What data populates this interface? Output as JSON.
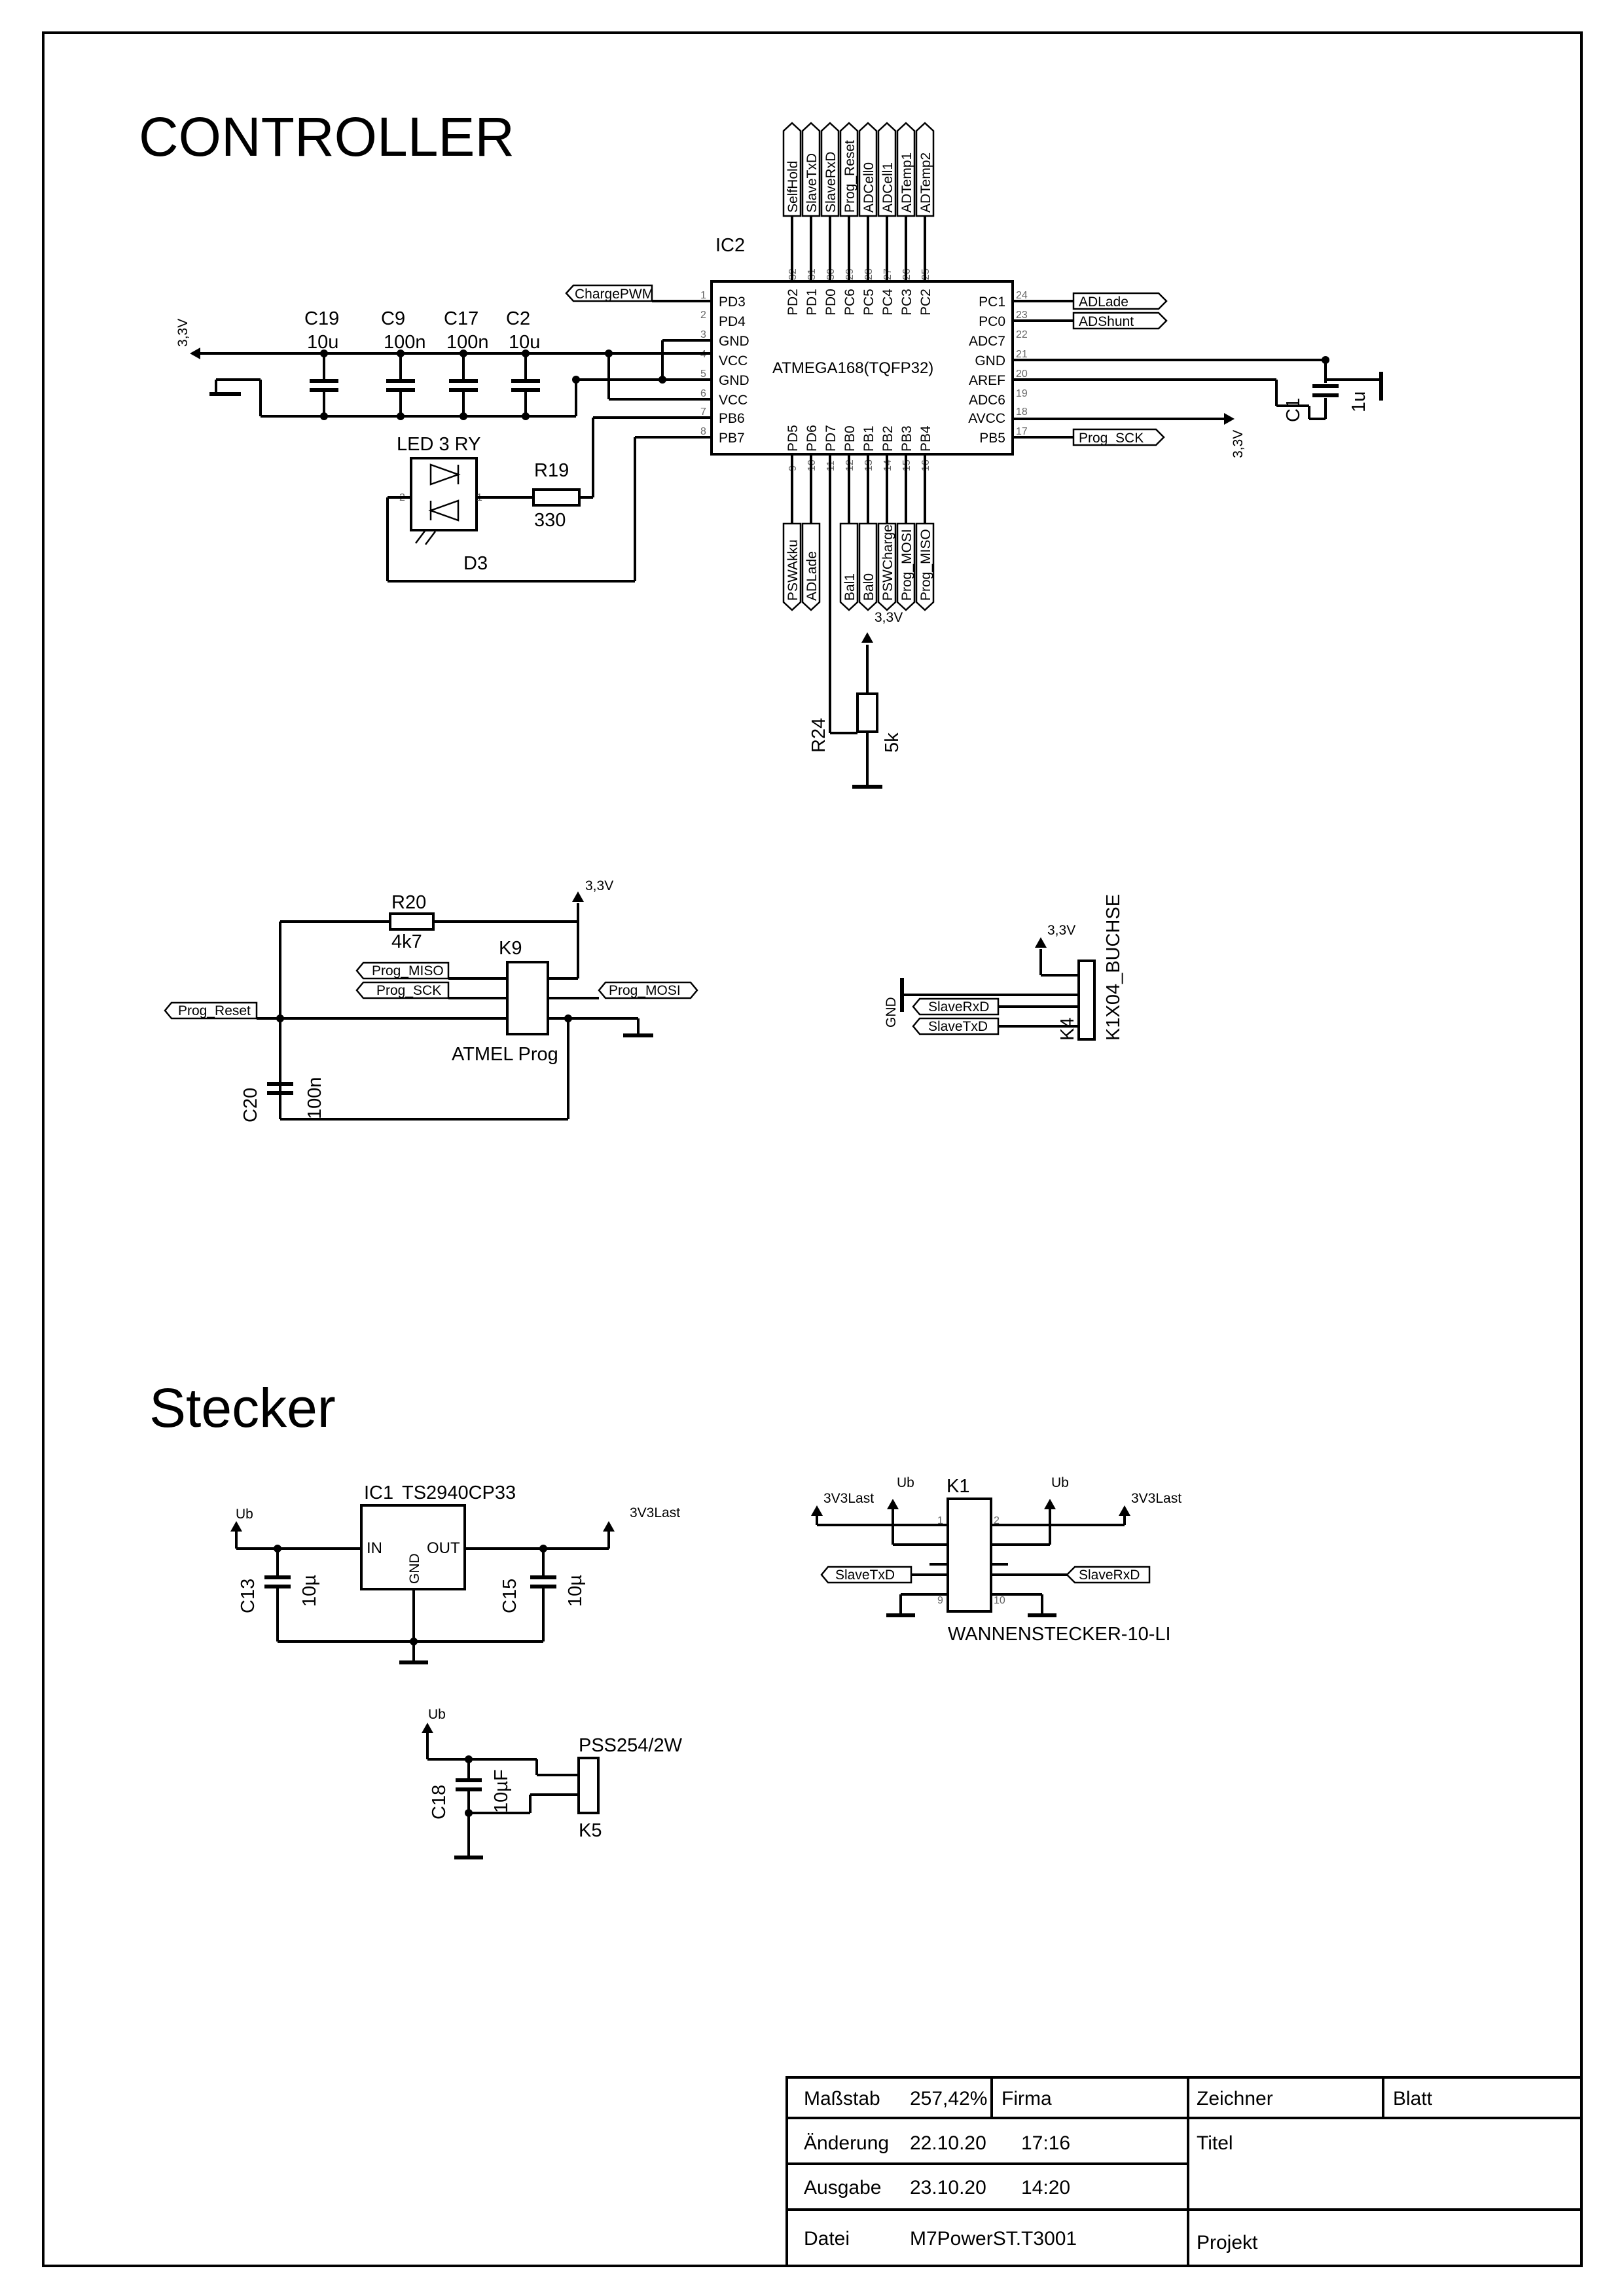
{
  "sections": {
    "controller": "CONTROLLER",
    "stecker": "Stecker"
  },
  "mcu": {
    "ref": "IC2",
    "part": "ATMEGA168(TQFP32)",
    "left": [
      {
        "pin": "PD3",
        "num": "1"
      },
      {
        "pin": "PD4",
        "num": "2"
      },
      {
        "pin": "GND",
        "num": "3"
      },
      {
        "pin": "VCC",
        "num": "4"
      },
      {
        "pin": "GND",
        "num": "5"
      },
      {
        "pin": "VCC",
        "num": "6"
      },
      {
        "pin": "PB6",
        "num": "7"
      },
      {
        "pin": "PB7",
        "num": "8"
      }
    ],
    "right": [
      {
        "pin": "PC1",
        "num": "24"
      },
      {
        "pin": "PC0",
        "num": "23"
      },
      {
        "pin": "ADC7",
        "num": "22"
      },
      {
        "pin": "GND",
        "num": "21"
      },
      {
        "pin": "AREF",
        "num": "20"
      },
      {
        "pin": "ADC6",
        "num": "19"
      },
      {
        "pin": "AVCC",
        "num": "18"
      },
      {
        "pin": "PB5",
        "num": "17"
      }
    ],
    "top": [
      {
        "pin": "PD2",
        "num": "32"
      },
      {
        "pin": "PD1",
        "num": "31"
      },
      {
        "pin": "PD0",
        "num": "30"
      },
      {
        "pin": "PC6",
        "num": "29"
      },
      {
        "pin": "PC5",
        "num": "28"
      },
      {
        "pin": "PC4",
        "num": "27"
      },
      {
        "pin": "PC3",
        "num": "26"
      },
      {
        "pin": "PC2",
        "num": "25"
      }
    ],
    "bottom": [
      {
        "pin": "PD5",
        "num": "9"
      },
      {
        "pin": "PD6",
        "num": "10"
      },
      {
        "pin": "PD7",
        "num": "11"
      },
      {
        "pin": "PB0",
        "num": "12"
      },
      {
        "pin": "PB1",
        "num": "13"
      },
      {
        "pin": "PB2",
        "num": "14"
      },
      {
        "pin": "PB3",
        "num": "15"
      },
      {
        "pin": "PB4",
        "num": "16"
      }
    ],
    "top_flags": [
      "SelfHold",
      "SlaveTxD",
      "SlaveRxD",
      "Prog_Reset",
      "ADCell0",
      "ADCell1",
      "ADTemp1",
      "ADTemp2"
    ],
    "bottom_flags": [
      "PSWAkku",
      "ADLade",
      "Bal1",
      "Bal0",
      "PSWCharge",
      "Prog_MOSI",
      "Prog_MISO"
    ],
    "left_flag": "ChargePWM",
    "right_flags": [
      "ADLade",
      "ADShunt",
      "Prog_SCK"
    ]
  },
  "caps": [
    {
      "ref": "C19",
      "val": "10u"
    },
    {
      "ref": "C9",
      "val": "100n"
    },
    {
      "ref": "C17",
      "val": "100n"
    },
    {
      "ref": "C2",
      "val": "10u"
    }
  ],
  "c1": {
    "ref": "C1",
    "val": "1u"
  },
  "supply": "3,3V",
  "led": {
    "ref": "D3",
    "part": "LED 3 RY"
  },
  "r19": {
    "ref": "R19",
    "val": "330"
  },
  "r24": {
    "ref": "R24",
    "val": "5k"
  },
  "prog": {
    "r20": {
      "ref": "R20",
      "val": "4k7"
    },
    "conn": "K9",
    "name": "ATMEL Prog",
    "c20": {
      "ref": "C20",
      "val": "100n"
    },
    "flags": [
      "Prog_MISO",
      "Prog_SCK",
      "Prog_Reset",
      "Prog_MOSI"
    ]
  },
  "k4": {
    "ref": "K4",
    "name": "K1X04_BUCHSE",
    "gnd": "GND",
    "flags": [
      "SlaveRxD",
      "SlaveTxD"
    ]
  },
  "reg": {
    "ref": "IC1",
    "part": "TS2940CP33",
    "in": "IN",
    "out": "OUT",
    "gnd": "GND",
    "ub": "Ub",
    "out_net": "3V3Last",
    "c13": {
      "ref": "C13",
      "val": "10µ"
    },
    "c15": {
      "ref": "C15",
      "val": "10µ"
    }
  },
  "k1": {
    "ref": "K1",
    "name": "WANNENSTECKER-10-LI",
    "left_net": "3V3Last",
    "ub1": "Ub",
    "ub2": "Ub",
    "right_net": "3V3Last",
    "flags": [
      "SlaveTxD",
      "SlaveRxD"
    ]
  },
  "k5": {
    "ref": "K5",
    "part": "PSS254/2W",
    "ub": "Ub",
    "c18": {
      "ref": "C18",
      "val": "10µF"
    }
  },
  "title_block": {
    "massstab_label": "Maßstab",
    "massstab": "257,42%",
    "firma": "Firma",
    "zeichner": "Zeichner",
    "blatt": "Blatt",
    "aenderung_label": "Änderung",
    "aenderung_date": "22.10.20",
    "aenderung_time": "17:16",
    "titel": "Titel",
    "ausgabe_label": "Ausgabe",
    "ausgabe_date": "23.10.20",
    "ausgabe_time": "14:20",
    "datei_label": "Datei",
    "datei": "M7PowerST.T3001",
    "projekt": "Projekt"
  }
}
